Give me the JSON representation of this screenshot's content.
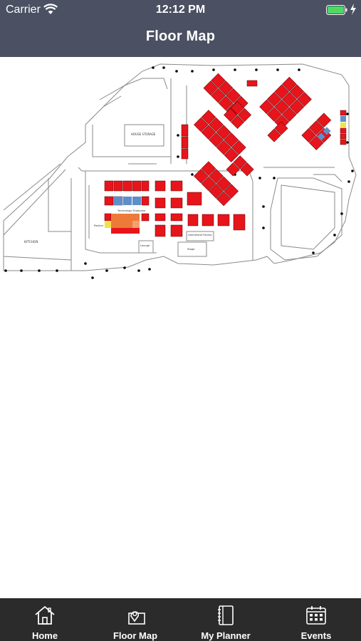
{
  "status_bar": {
    "carrier": "Carrier",
    "time": "12:12 PM"
  },
  "nav": {
    "title": "Floor Map"
  },
  "map": {
    "labels": {
      "house_storage": "HOUSE STORAGE",
      "kitchen": "KITCHEN",
      "technology_showcase": "Technology Showcase",
      "posters": "Posters",
      "lounge": "Lounge",
      "international_pavilion": "International Pavilion",
      "stage": "Stage"
    },
    "colors": {
      "booth": "#e8141b",
      "booth_blue": "#5e8fc9",
      "booth_orange": "#ee7a3a",
      "booth_yellow": "#f2e14c"
    }
  },
  "tabs": [
    {
      "label": "Home",
      "icon": "home-icon"
    },
    {
      "label": "Floor Map",
      "icon": "map-pin-icon"
    },
    {
      "label": "My Planner",
      "icon": "notebook-icon"
    },
    {
      "label": "Events",
      "icon": "calendar-icon"
    }
  ],
  "colors": {
    "bar": "#4b5062",
    "tabbar": "#2b2b2b",
    "text": "#ffffff"
  }
}
